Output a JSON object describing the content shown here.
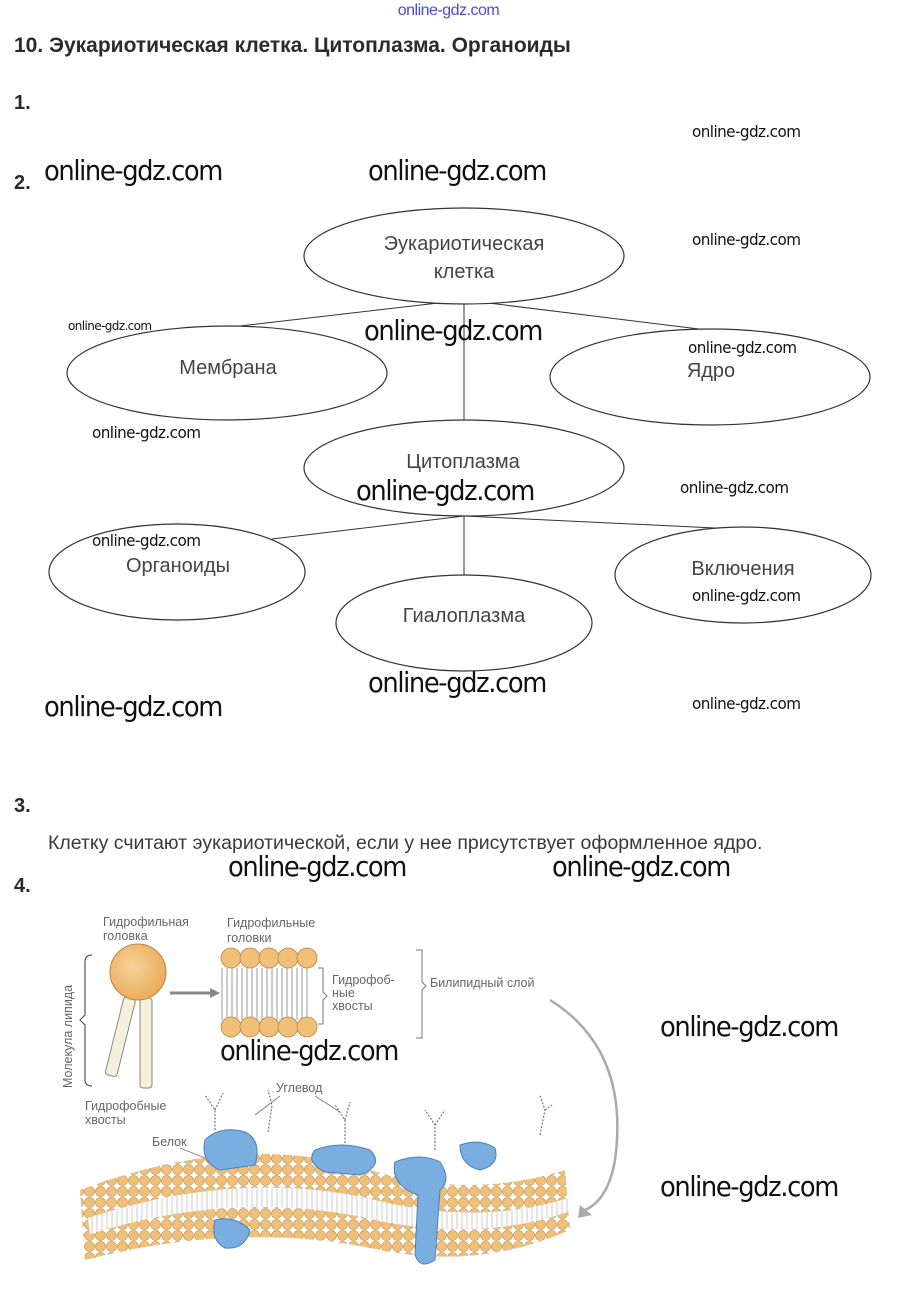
{
  "site_watermark": "online-gdz.com",
  "title": "10. Эукариотическая клетка. Цитоплазма. Органоиды",
  "questions": {
    "q1": "1.",
    "q2": "2.",
    "q3": "3.",
    "q4": "4."
  },
  "diagram": {
    "root": "Эукариотическая клетка",
    "root_line1": "Эукариотическая",
    "root_line2": "клетка",
    "level1": [
      "Мембрана",
      "Цитоплазма",
      "Ядро"
    ],
    "level2_under_cytoplasm": [
      "Органоиды",
      "Гиалоплазма",
      "Включения"
    ]
  },
  "answer3": "Клетку считают эукариотической, если у нее присутствует оформленное ядро.",
  "membrane_figure": {
    "labels": {
      "hydrophilic_head_1": "Гидрофильная",
      "hydrophilic_head_2": "головка",
      "hydrophilic_heads_1": "Гидрофильные",
      "hydrophilic_heads_2": "головки",
      "hydrophobic_tails_1": "Гидрофоб-",
      "hydrophobic_tails_2": "ные",
      "hydrophobic_tails_3": "хвосты",
      "bilipid_layer": "Билипидный слой",
      "lipid_molecule": "Молекула липида",
      "hydrophobic_tails_single_1": "Гидрофобные",
      "hydrophobic_tails_single_2": "хвосты",
      "carbohydrate": "Углевод",
      "protein": "Белок"
    },
    "colors": {
      "lipid_head": "#f2c27a",
      "protein": "#7aaee0",
      "tail": "#f3f1dc"
    }
  },
  "watermarks": {
    "w1": "online-gdz.com",
    "w2": "online-gdz.com",
    "w3": "online-gdz.com",
    "w4": "online-gdz.com",
    "w5": "online-gdz.com",
    "w6": "online-gdz.com",
    "w7": "online-gdz.com",
    "w8": "online-gdz.com",
    "w9": "online-gdz.com",
    "w10": "online-gdz.com",
    "w11": "online-gdz.com",
    "w12": "online-gdz.com",
    "w13": "online-gdz.com",
    "w14": "online-gdz.com",
    "w15": "online-gdz.com",
    "w16": "online-gdz.com",
    "w17": "online-gdz.com",
    "w18": "online-gdz.com",
    "w19": "online-gdz.com"
  }
}
